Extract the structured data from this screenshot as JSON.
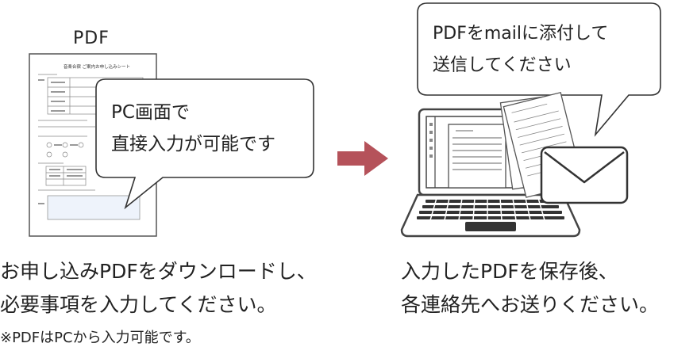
{
  "left": {
    "file_label": "PDF",
    "doc_title": "音楽合宿 ご案内お申し込みシート",
    "bubble": {
      "line1": "PC画面で",
      "line2": "直接入力が可能です"
    },
    "caption": {
      "line1": "お申し込みPDFをダウンロードし、",
      "line2": "必要事項を入力してください。"
    },
    "note": "※PDFはPCから入力可能です。"
  },
  "arrow": {
    "color": "#b5525a"
  },
  "right": {
    "bubble": {
      "line1": "PDFをmailに添付して",
      "line2": "送信してください"
    },
    "caption": {
      "line1": "入力したPDFを保存後、",
      "line2": "各連絡先へお送りください。"
    }
  },
  "icons": [
    "document-icon",
    "arrow-right-icon",
    "laptop-icon",
    "envelope-icon"
  ]
}
